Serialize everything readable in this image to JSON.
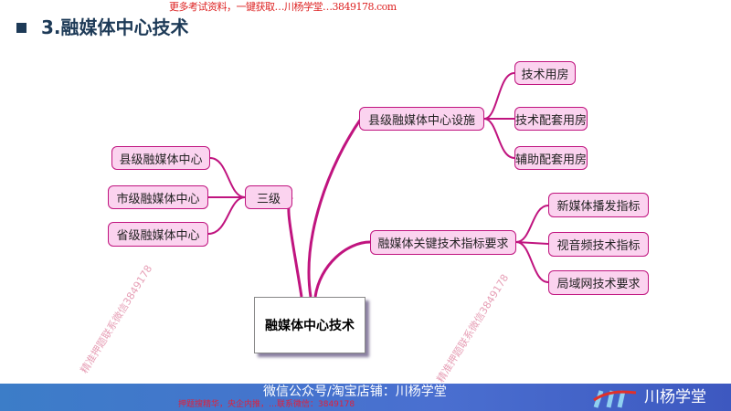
{
  "watermark_top": "更多考试资料，一键获取…川杨学堂…3849178.com",
  "title": "3.融媒体中心技术",
  "center": "融媒体中心技术",
  "left": {
    "hub": "三级",
    "items": [
      "县级融媒体中心",
      "市级融媒体中心",
      "省级融媒体中心"
    ]
  },
  "right_top": {
    "hub": "县级融媒体中心设施",
    "items": [
      "技术用房",
      "技术配套用房",
      "辅助配套用房"
    ]
  },
  "right_bottom": {
    "hub": "融媒体关键技术指标要求",
    "items": [
      "新媒体播发指标",
      "视音频技术指标",
      "局域网技术要求"
    ]
  },
  "diagonal_watermark": "精准押题联系微信3849178",
  "footer": {
    "main": "微信公众号/淘宝店铺：川杨学堂",
    "red": "押题搜精华，央企内推，…联系微信：3849178",
    "logo": "川杨学堂"
  },
  "colors": {
    "branch": "#c0147f",
    "node_fill": "#fbd3ef",
    "title": "#1d3a57"
  }
}
